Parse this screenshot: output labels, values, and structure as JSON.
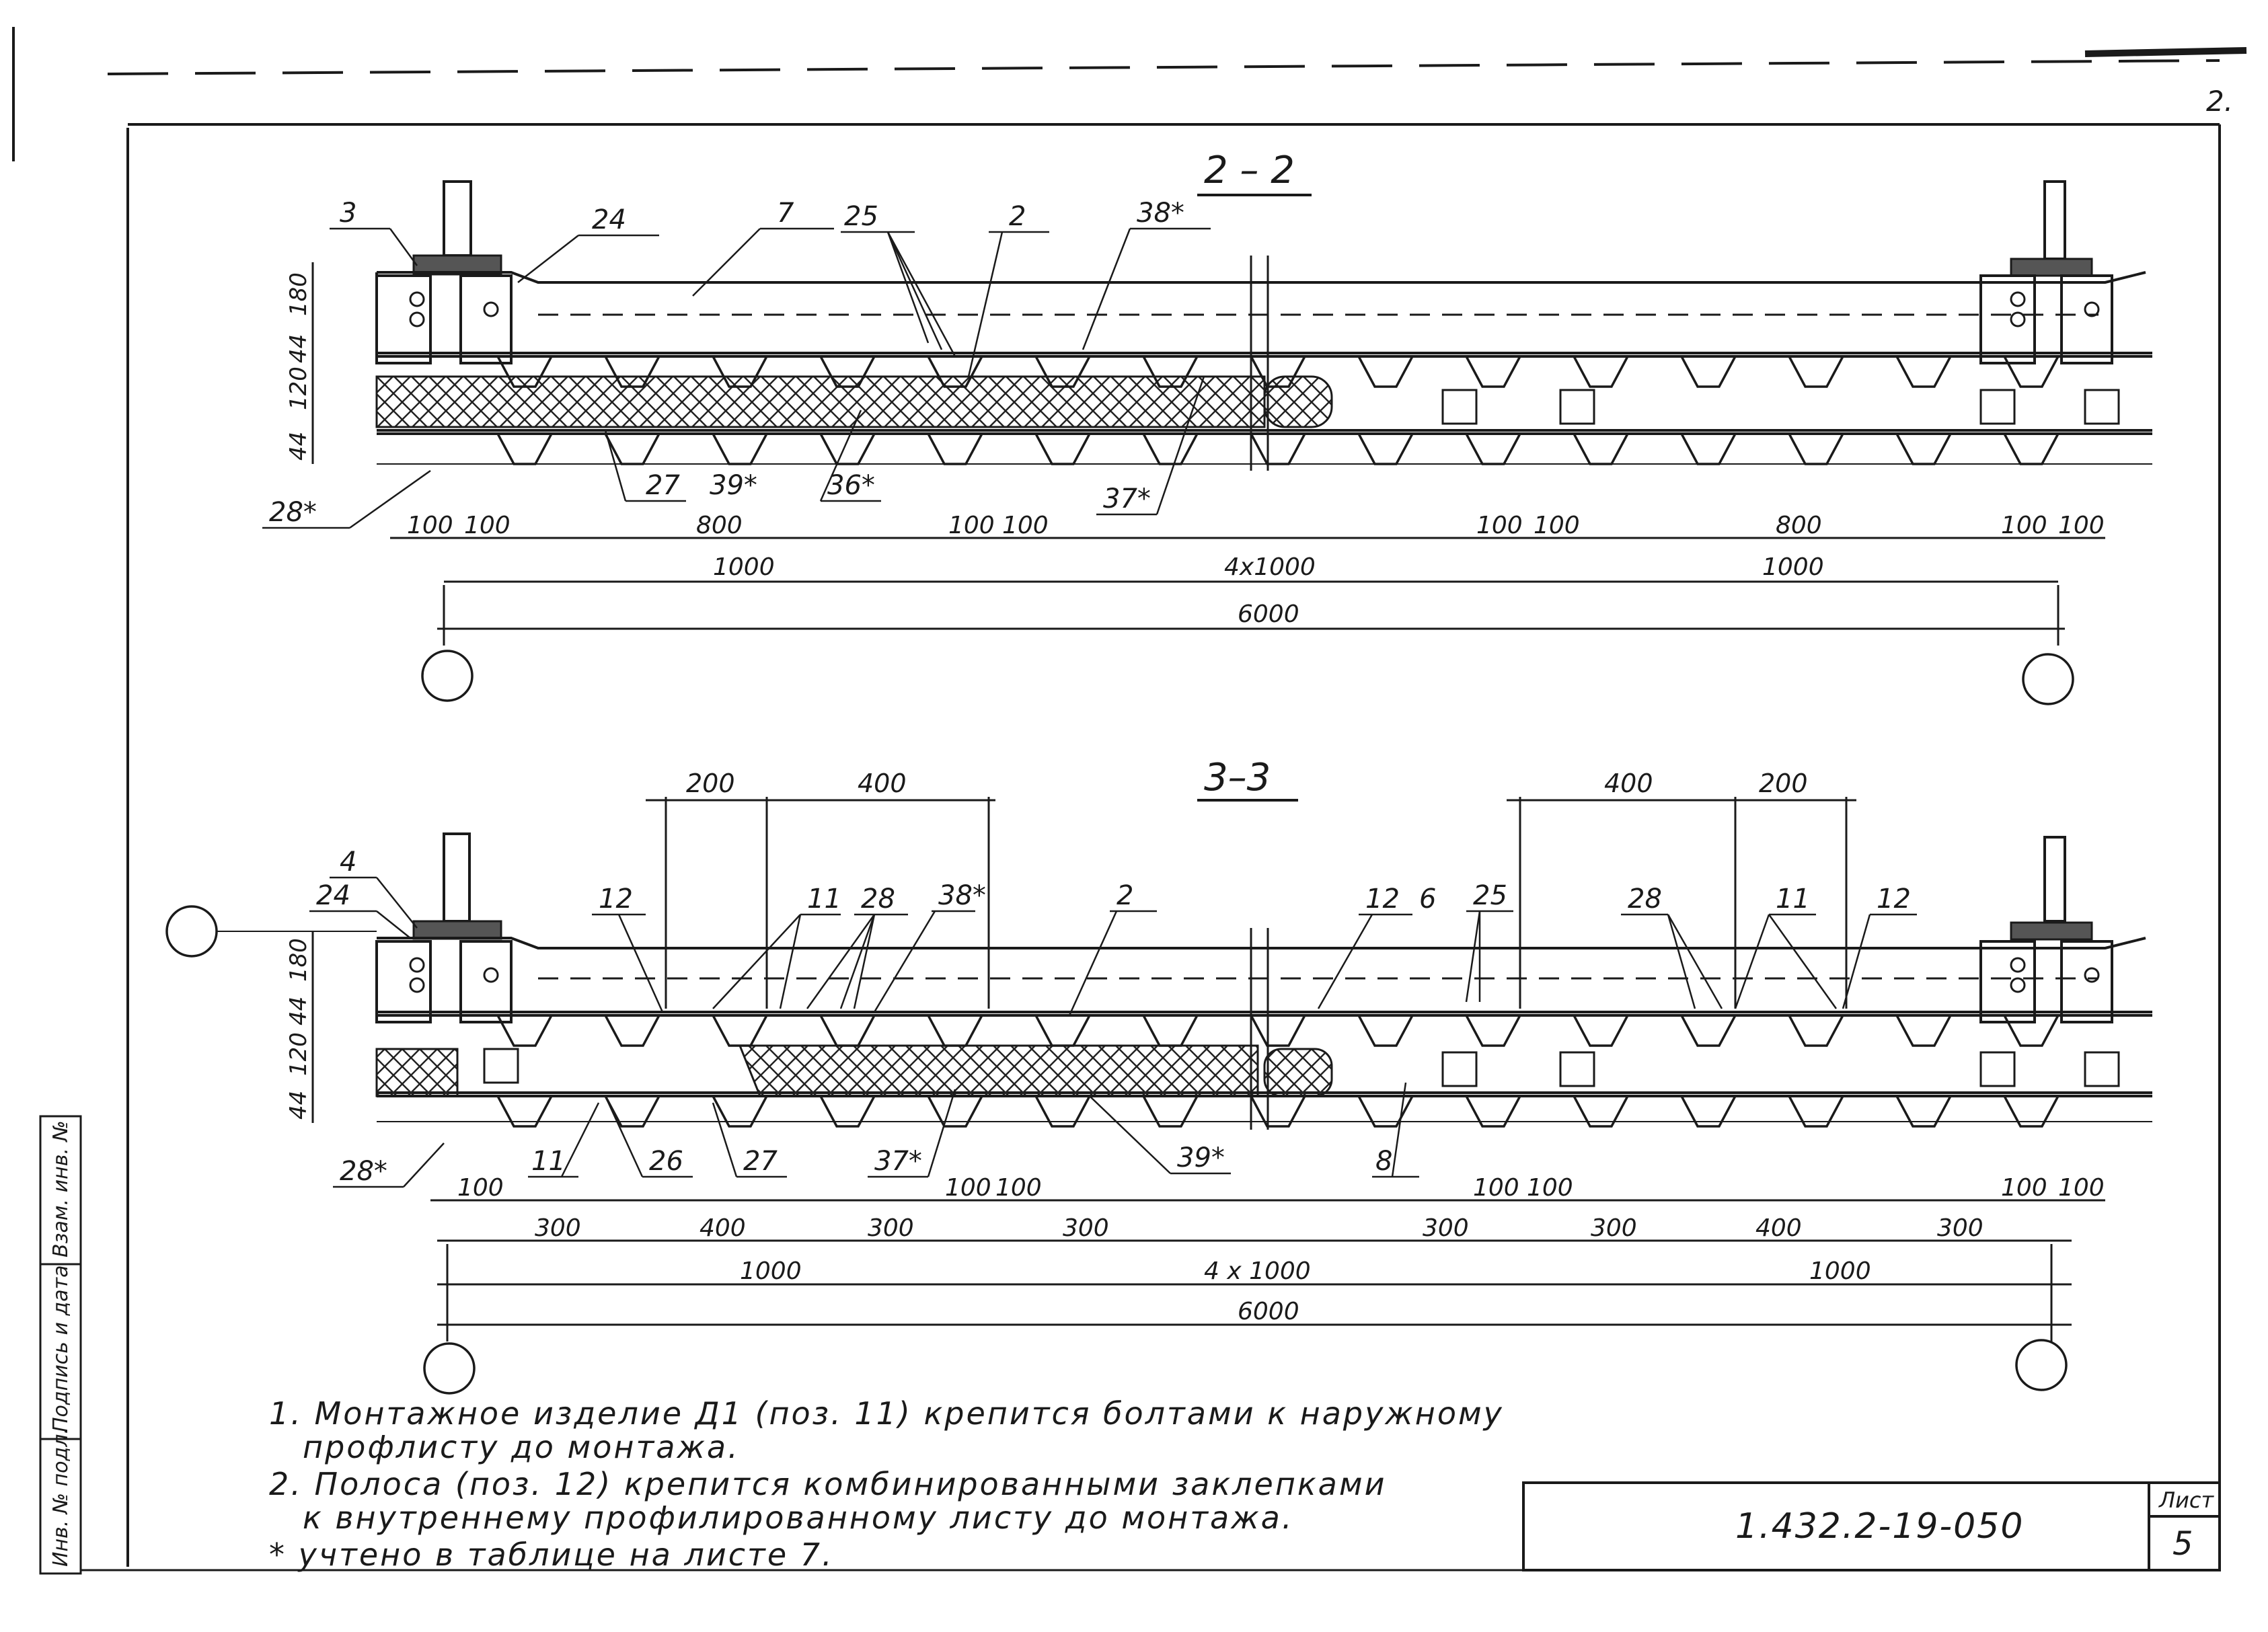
{
  "sheet_corner": "2.",
  "sections": [
    {
      "title": "2 – 2",
      "callouts": [
        "3",
        "24",
        "7",
        "25",
        "2",
        "38*",
        "28*",
        "27",
        "39*",
        "36*",
        "37*"
      ],
      "vertical_dims": [
        "180",
        "44",
        "120",
        "44"
      ],
      "dims_row1_left": [
        "100",
        "100",
        "800",
        "100",
        "100"
      ],
      "dims_row1_right": [
        "100",
        "100",
        "800",
        "100",
        "100"
      ],
      "dims_row2": [
        "1000",
        "4x1000",
        "1000"
      ],
      "total": "6000"
    },
    {
      "title": "3–3",
      "callouts": [
        "4",
        "24",
        "12",
        "11",
        "28",
        "38*",
        "2",
        "12",
        "6",
        "25",
        "28",
        "11",
        "12",
        "28*",
        "11",
        "26",
        "27",
        "37*",
        "39*",
        "8"
      ],
      "top_dims_left": [
        "200",
        "400"
      ],
      "top_dims_right": [
        "400",
        "200"
      ],
      "vertical_dims": [
        "180",
        "44",
        "120",
        "44"
      ],
      "dims_row1_left": [
        "100",
        "100",
        "100"
      ],
      "dims_row1_right": [
        "100",
        "100",
        "100",
        "100"
      ],
      "dims_row2_left": [
        "300",
        "400",
        "300",
        "300"
      ],
      "dims_row2_right": [
        "300",
        "300",
        "400",
        "300"
      ],
      "dims_row3": [
        "1000",
        "4 x 1000",
        "1000"
      ],
      "total": "6000"
    }
  ],
  "notes": [
    "1. Монтажное изделие Д1 (поз. 11) крепится болтами к наружному",
    "профлисту до монтажа.",
    "2. Полоса (поз. 12) крепится комбинированными заклепками",
    "к внутреннему профилированному листу до монтажа.",
    "* учтено в таблице на листе 7."
  ],
  "stamp": {
    "code": "1.432.2-19-050",
    "sheet_label": "Лист",
    "sheet_number": "5"
  },
  "side_columns": [
    "Инв. № подл.",
    "Подпись и дата",
    "Взам. инв. №"
  ]
}
